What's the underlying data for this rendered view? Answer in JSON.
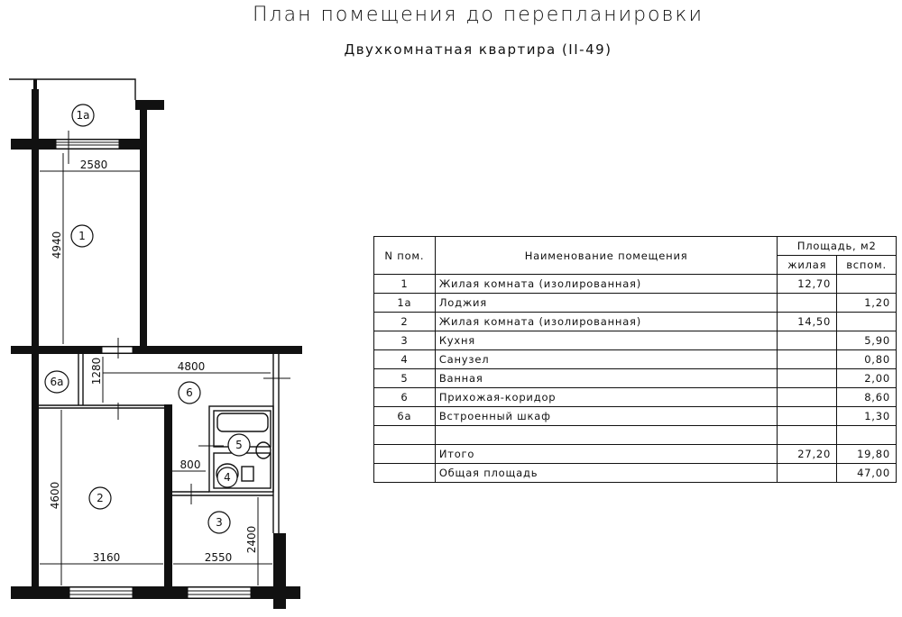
{
  "title": "План помещения до перепланировки",
  "subtitle": "Двухкомнатная квартира (II-49)",
  "plan": {
    "room_labels": [
      "1a",
      "1",
      "6a",
      "6",
      "5",
      "4",
      "2",
      "3"
    ],
    "dimensions": [
      "2580",
      "4940",
      "4800",
      "1280",
      "800",
      "4600",
      "3160",
      "2550",
      "2400"
    ]
  },
  "table": {
    "headers": {
      "number": "N пом.",
      "name": "Наименование помещения",
      "area": "Площадь,  м2",
      "living": "жилая",
      "auxiliary": "вспом."
    },
    "rows": [
      {
        "n": "1",
        "name": "Жилая комната (изолированная)",
        "living": "12,70",
        "aux": ""
      },
      {
        "n": "1а",
        "name": "Лоджия",
        "living": "",
        "aux": "1,20"
      },
      {
        "n": "2",
        "name": "Жилая комната (изолированная)",
        "living": "14,50",
        "aux": ""
      },
      {
        "n": "3",
        "name": "Кухня",
        "living": "",
        "aux": "5,90"
      },
      {
        "n": "4",
        "name": "Санузел",
        "living": "",
        "aux": "0,80"
      },
      {
        "n": "5",
        "name": "Ванная",
        "living": "",
        "aux": "2,00"
      },
      {
        "n": "6",
        "name": "Прихожая-коридор",
        "living": "",
        "aux": "8,60"
      },
      {
        "n": "6а",
        "name": "Встроенный шкаф",
        "living": "",
        "aux": "1,30"
      },
      {
        "n": "",
        "name": "",
        "living": "",
        "aux": ""
      },
      {
        "n": "",
        "name": "Итого",
        "living": "27,20",
        "aux": "19,80"
      },
      {
        "n": "",
        "name": "Общая площадь",
        "living": "",
        "aux": "47,00"
      }
    ]
  }
}
